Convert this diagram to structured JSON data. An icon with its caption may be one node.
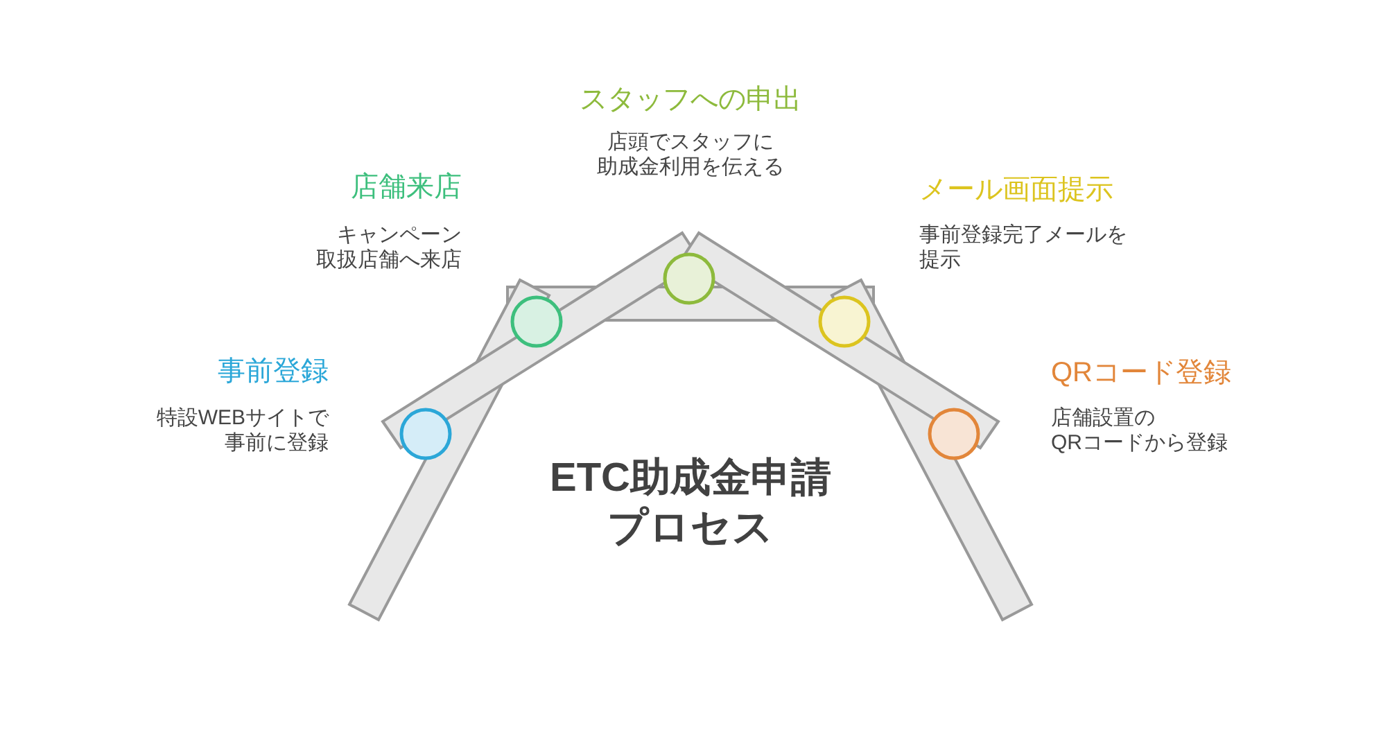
{
  "diagram": {
    "title": "ETC助成金申請プロセス",
    "nodes": [
      {
        "text": [],
        "shape": "circle",
        "beside": [
          "事前登録",
          "特設WEBサイトで事前に登録"
        ]
      },
      {
        "text": [],
        "shape": "circle",
        "beside": [
          "店舗来店",
          "キャンペーン取扱店舗へ来店"
        ]
      },
      {
        "text": [],
        "shape": "circle",
        "beside": [
          "スタッフへの申出",
          "店頭でスタッフに助成金利用を伝える"
        ]
      },
      {
        "text": [],
        "shape": "circle",
        "beside": [
          "メール画面提示",
          "事前登録完了メールを提示"
        ]
      },
      {
        "text": [],
        "shape": "circle",
        "beside": [
          "QRコード登録",
          "店舗設置のQRコードから登録"
        ]
      }
    ]
  }
}
